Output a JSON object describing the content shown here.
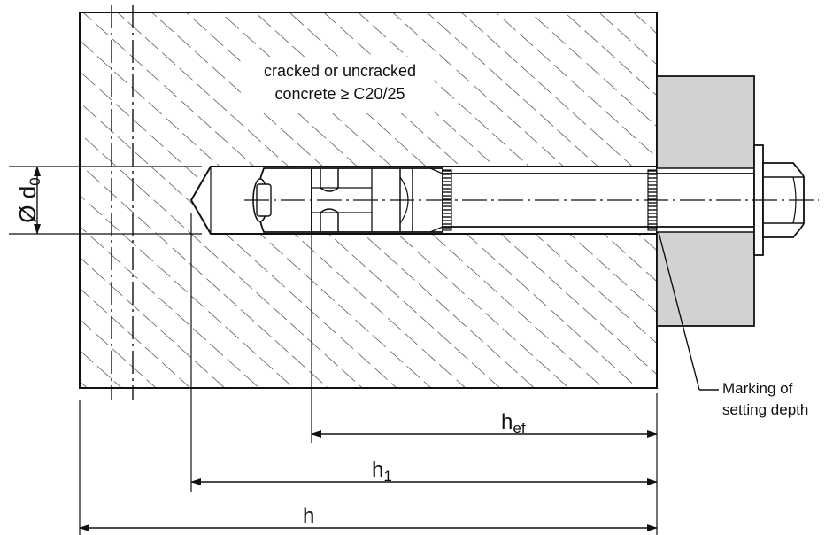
{
  "concrete_label": {
    "line1": "cracked or uncracked",
    "line2": "concrete ≥ C20/25"
  },
  "diameter_label": {
    "symbol": "Ø d",
    "subscript": "0"
  },
  "marking_label": {
    "line1": "Marking of",
    "line2": "setting depth"
  },
  "dimensions": {
    "hef": {
      "base": "h",
      "subscript": "ef"
    },
    "h1": {
      "base": "h",
      "subscript": "1"
    },
    "h": {
      "base": "h",
      "subscript": ""
    }
  },
  "colors": {
    "line": "#111111",
    "fixture_fill": "#d2d2d2",
    "background": "#ffffff"
  }
}
